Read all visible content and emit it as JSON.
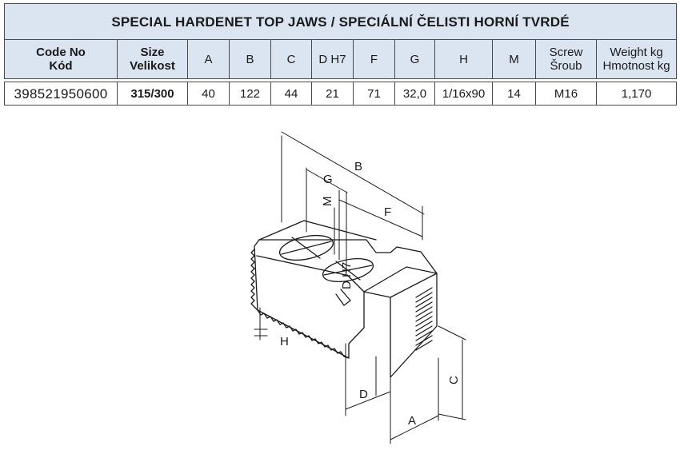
{
  "table": {
    "title": "SPECIAL HARDENET TOP JAWS  /  SPECIÁLNÍ ČELISTI HORNÍ TVRDÉ",
    "headers": {
      "code_line1": "Code No",
      "code_line2": "Kód",
      "size_line1": "Size",
      "size_line2": "Velikost",
      "a": "A",
      "b": "B",
      "c": "C",
      "d": "D H7",
      "f": "F",
      "g": "G",
      "h": "H",
      "m": "M",
      "screw_line1": "Screw",
      "screw_line2": "Šroub",
      "weight_line1": "Weight kg",
      "weight_line2": "Hmotnost kg"
    },
    "row": {
      "code": "398521950600",
      "size": "315/300",
      "a": "40",
      "b": "122",
      "c": "44",
      "d": "21",
      "f": "71",
      "g": "32,0",
      "h": "1/16x90",
      "m": "14",
      "screw": "M16",
      "weight": "1,170"
    }
  },
  "drawing": {
    "labels": {
      "a": "A",
      "b": "B",
      "c": "C",
      "d": "D",
      "f": "F",
      "g": "G",
      "h": "H",
      "m": "M",
      "d_h7": "D H7"
    }
  }
}
